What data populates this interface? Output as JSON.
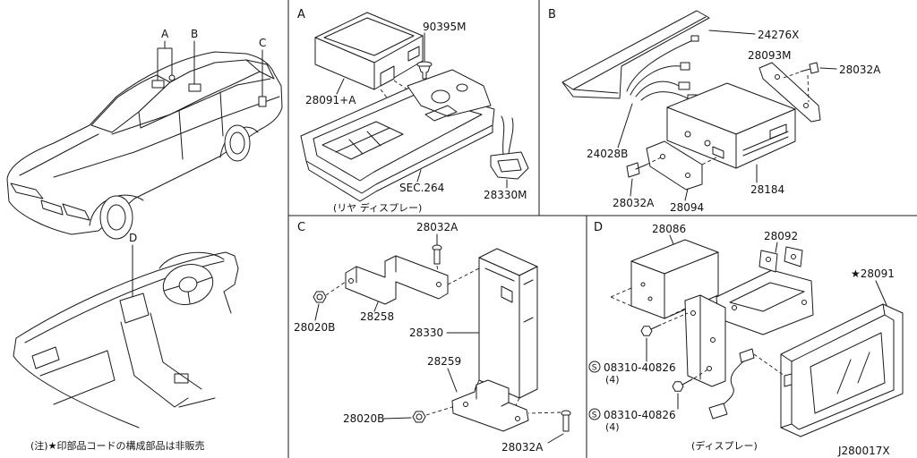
{
  "overview": {
    "marker_a": "A",
    "marker_b": "B",
    "marker_c": "C",
    "marker_d": "D",
    "note": "(注)★印部品コードの構成部品は非販売"
  },
  "panel_a": {
    "letter": "A",
    "clip": "90395M",
    "unit": "28091+A",
    "console": "SEC.264",
    "lamp": "28330M",
    "caption": "(リヤ ディスプレー)"
  },
  "panel_b": {
    "letter": "B",
    "harness": "24276X",
    "bracket_m": "28093M",
    "screw_right": "28032A",
    "cable": "24028B",
    "screw_left": "28032A",
    "bracket": "28094",
    "unit": "28184"
  },
  "panel_c": {
    "letter": "C",
    "screw_top": "28032A",
    "nut_left": "28020B",
    "bracket_upper": "28258",
    "unit": "28330",
    "bracket_lower": "28259",
    "nut_lower": "28020B",
    "screw_bottom": "28032A"
  },
  "panel_d": {
    "letter": "D",
    "unit": "28086",
    "bracket": "28092",
    "display": "★28091",
    "screw_mark": "S",
    "screw_upper": "08310-40826",
    "qty_upper": "(4)",
    "screw_lower": "08310-40826",
    "qty_lower": "(4)",
    "caption": "(ディスプレー)"
  },
  "diagram_id": "J280017X"
}
